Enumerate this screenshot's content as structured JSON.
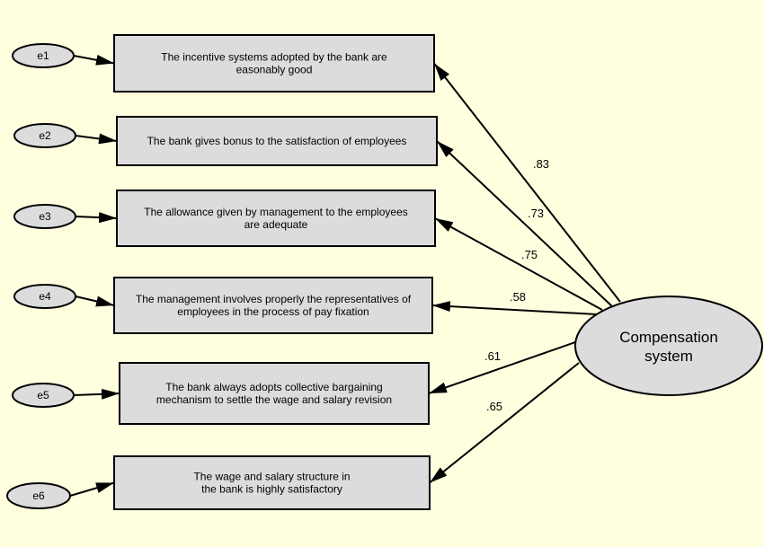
{
  "latent": {
    "lines": [
      "Compensation",
      "system"
    ]
  },
  "indicators": [
    {
      "error": "e1",
      "lines": [
        "The incentive systems adopted by the bank are",
        "easonably good"
      ],
      "loading": ".83"
    },
    {
      "error": "e2",
      "lines": [
        "The bank gives bonus to the satisfaction of employees"
      ],
      "loading": ".73"
    },
    {
      "error": "e3",
      "lines": [
        "The allowance given by management to the employees",
        "are adequate"
      ],
      "loading": ".75"
    },
    {
      "error": "e4",
      "lines": [
        "The management involves properly the representatives of",
        "employees in the process of pay fixation"
      ],
      "loading": ".58"
    },
    {
      "error": "e5",
      "lines": [
        "The bank always adopts collective bargaining",
        "mechanism to settle the wage and salary revision"
      ],
      "loading": ".61"
    },
    {
      "error": "e6",
      "lines": [
        "The wage and salary structure in",
        "the bank is highly satisfactory"
      ],
      "loading": ".65"
    }
  ],
  "colors": {
    "background": "#ffffe0",
    "shape_fill": "#dcdcdc",
    "stroke": "#000000"
  }
}
